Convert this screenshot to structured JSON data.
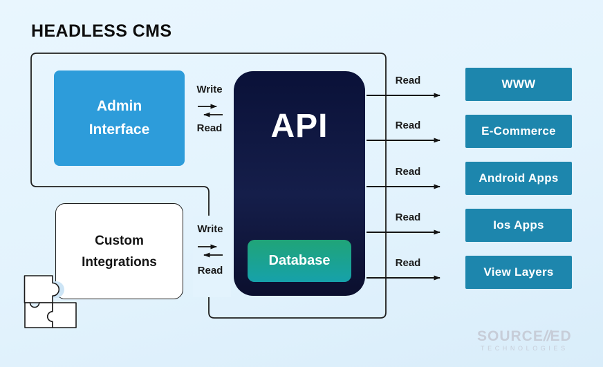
{
  "title": "HEADLESS CMS",
  "nodes": {
    "admin_interface": {
      "line1": "Admin",
      "line2": "Interface"
    },
    "api": {
      "label": "API"
    },
    "database": {
      "label": "Database"
    },
    "custom_integrations": {
      "line1": "Custom",
      "line2": "Integrations"
    }
  },
  "links": {
    "admin_api": {
      "write": "Write",
      "read": "Read"
    },
    "custom_api": {
      "write": "Write",
      "read": "Read"
    }
  },
  "outputs": [
    {
      "label": "WWW",
      "arrow_label": "Read"
    },
    {
      "label": "E-Commerce",
      "arrow_label": "Read"
    },
    {
      "label": "Android Apps",
      "arrow_label": "Read"
    },
    {
      "label": "Ios Apps",
      "arrow_label": "Read"
    },
    {
      "label": "View Layers",
      "arrow_label": "Read"
    }
  ],
  "branding": {
    "prefix": "SOURCE",
    "mark": "//",
    "suffix": "ED",
    "tagline": "TECHNOLOGIES"
  },
  "colors": {
    "background": "#e3f3fd",
    "admin_box": "#2d9cda",
    "output_box": "#1d86ad",
    "api_gradient_top": "#0a1138",
    "api_gradient_bottom": "#0b0f2e",
    "database_gradient_top": "#20a478",
    "database_gradient_bottom": "#16a1aa",
    "line": "#1c1c1c"
  }
}
